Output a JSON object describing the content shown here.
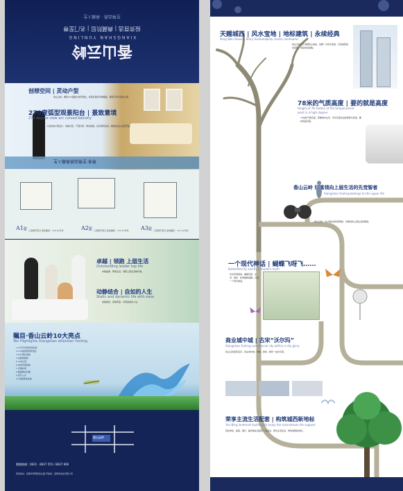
{
  "left": {
    "title": "香山云岭",
    "pinyin": "XIANGSHAN YUNLING",
    "small1": "投资首选 | 典藏阶层 | 名门至尊",
    "small2": "至尊品质 · 典藏人生",
    "room": {
      "h1": "创想空间 | 灵动户型",
      "h2": "270度弧型观景阳台 | 景致意境",
      "h2_en": "270 degree view arc curved balcony",
      "t1": "香山云岭，拥有270度超大观景阳台，将室外美景尽收眼底，居者可尽享自然之美。",
      "t2": "人性化的户型设计，动静分区，干湿分离，南北通透，采光通风良好，精致生活从这里开始。",
      "slogan": "尊享·至尊品质典藏人生"
    },
    "plans": [
      {
        "label": "A1",
        "unit": "型",
        "desc": "三室两厅两卫 建筑面积：118.16平米"
      },
      {
        "label": "A2",
        "unit": "型",
        "desc": "三室两厅两卫 建筑面积：120.10平米"
      },
      {
        "label": "A3",
        "unit": "型",
        "desc": "三室两厅两卫 建筑面积：121.10平米"
      }
    ],
    "lifestyle": {
      "h1": "卓越 | 领跑 上层生活",
      "e1": "Outstanding leader top life",
      "t1": "卓越品质，尊贵生活，领跑上层生活新标准。",
      "h2": "动静结合 | 自如的人生",
      "e2": "Static and dynamic life with ease",
      "t2": "动静结合，张弛有度，享受自如的人生。"
    },
    "highlights": {
      "title": "瞩目·香山云岭10大亮点",
      "en": "Ten Highlights Xiangshan attention Yunling",
      "items": [
        "1.10万平米纯住宅社区",
        "2.270度弧型观景阳台",
        "3.户户南北通透",
        "4.全框架结构",
        "5.人车分流",
        "6.中央景观园林",
        "7.高绿化率",
        "8.星级物业管理",
        "9.双气入户",
        "10.智能安防系统"
      ]
    },
    "map_label": "香山云岭",
    "contact": "营销热线：0831 - 8837 555 / 8837 666",
    "address": "项目地址：宜宾市翠屏区香山路 开发商：宜宾市置业有限公司"
  },
  "right": {
    "s1": {
      "title": "天赐城西 | 风水宝地 | 地标建筑 | 永续经典",
      "en": "Peng Wen Heaven Story Sustainability classic landmarks",
      "body": "香山云岭位于城西核心地段，坐拥一方风水宝地，打造城西地标建筑，成就永续经典。"
    },
    "s2": {
      "title": "78米的气质高度 | 要的就是高度",
      "en1": "Height of 78 meters of the temperament",
      "en2": "want is a high degree",
      "body": "78米的气质高度，俯瞰城市全景，尽享高层生活的尊贵与舒适，要的就是高度。"
    },
    "s3": {
      "title": "香山云岭 归属领向上层生活的先觉智者",
      "en": "Xiangshan Yunling belongs to the upper life",
      "body": "香山云岭，为少数先觉智者而建，归属领向上层生活的圈层。"
    },
    "s4": {
      "title": "一个现代神话 | 蝴蝶飞呀飞……",
      "en": "Butterflies fly and fly a modern myth",
      "body": "中央景观园林，蝴蝶花园，水景、绿化、休闲相映成趣，打造一个现代神话。"
    },
    "s5": {
      "title": "商业城中城 | 古宋“沃尔玛”",
      "en": "Xiangshan Yunling commercial city within a city glory",
      "body": "香山云岭配套完善，商业城中城，购物、餐饮、娱乐一站式享受。"
    },
    "s6": {
      "title": "荣享主流生活配套 | 构筑城西新地标",
      "en": "Yun Ning landmark building to enjoy the mainstream life support",
      "body": "周边学校、医院、银行、超市等生活配套一应俱全，荣享主流生活，构筑城西新地标。"
    }
  },
  "colors": {
    "navy": "#1a2a5c",
    "title_blue": "#1e3a7a",
    "tree": "#8f8a75",
    "pipe": "#b5b09a"
  }
}
